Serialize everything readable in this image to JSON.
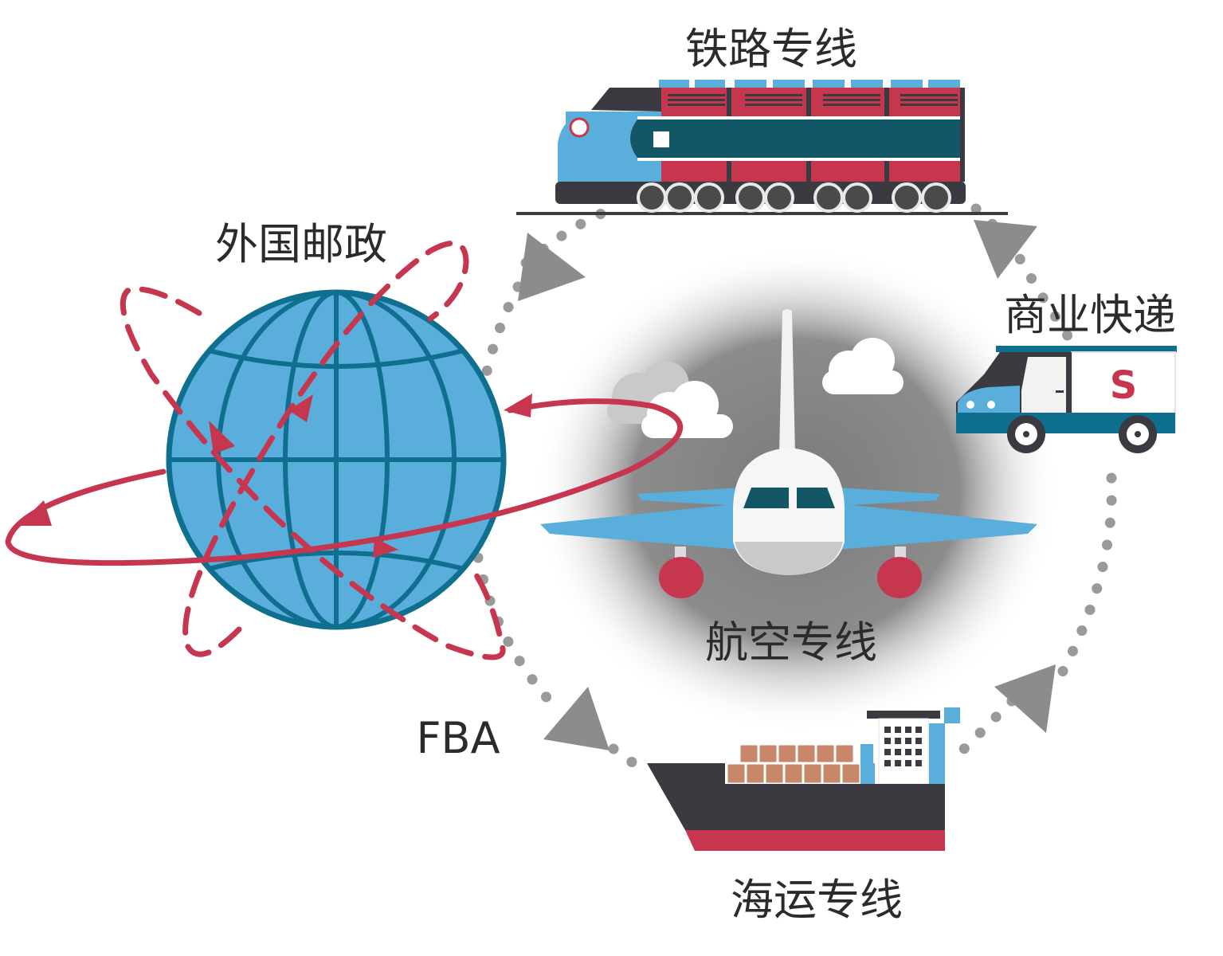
{
  "labels": {
    "rail": "铁路专线",
    "foreign_post": "外国邮政",
    "express": "商业快递",
    "air": "航空专线",
    "fba": "FBA",
    "sea": "海运专线"
  },
  "truck_logo": "S",
  "colors": {
    "accent_red": "#c7364f",
    "globe_blue": "#5aaedb",
    "globe_line": "#0f6f8f",
    "dark_teal": "#135766",
    "dark_gray": "#3a3a40",
    "arrow_gray": "#8c8c8c",
    "dot_gray": "#9a9a9a",
    "cargo_tan": "#c9876a"
  }
}
